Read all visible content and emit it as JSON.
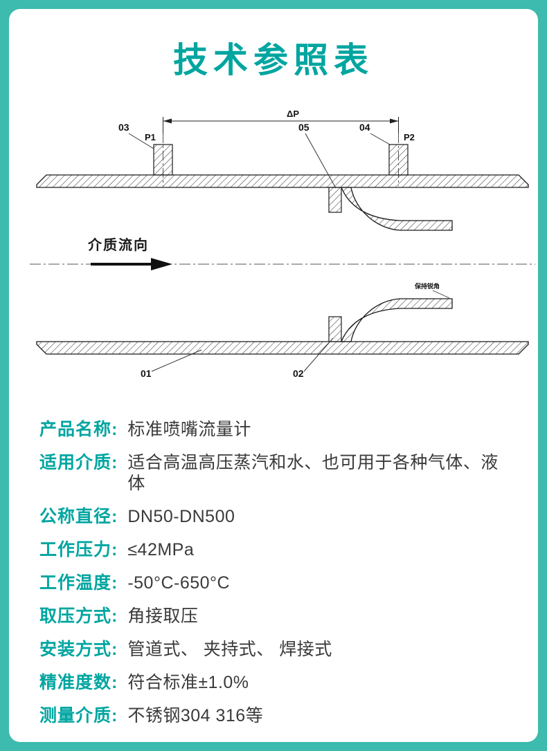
{
  "page": {
    "title": "技术参照表"
  },
  "colors": {
    "frame": "#3cbbae",
    "accent": "#00a5a0",
    "value_text": "#3a3a3a",
    "diagram_line": "#1a1a1a"
  },
  "diagram": {
    "labels": {
      "delta_p": "ΔP",
      "p1": "P1",
      "p2": "P2",
      "part_01": "01",
      "part_02": "02",
      "part_03": "03",
      "part_04": "04",
      "part_05": "05",
      "flow_direction": "介质流向",
      "sharp_edge_note": "保持锐角"
    }
  },
  "specs": {
    "rows": [
      {
        "label": "产品名称:",
        "value": "标准喷嘴流量计"
      },
      {
        "label": "适用介质:",
        "value": "适合高温高压蒸汽和水、也可用于各种气体、液体"
      },
      {
        "label": "公称直径:",
        "value": "DN50-DN500"
      },
      {
        "label": "工作压力:",
        "value": "≤42MPa"
      },
      {
        "label": "工作温度:",
        "value": "-50°C-650°C"
      },
      {
        "label": "取压方式:",
        "value": "角接取压"
      },
      {
        "label": "安装方式:",
        "value": "管道式、 夹持式、 焊接式"
      },
      {
        "label": "精准度数:",
        "value": "符合标准±1.0%"
      },
      {
        "label": "测量介质:",
        "value": "不锈钢304 316等"
      }
    ]
  }
}
